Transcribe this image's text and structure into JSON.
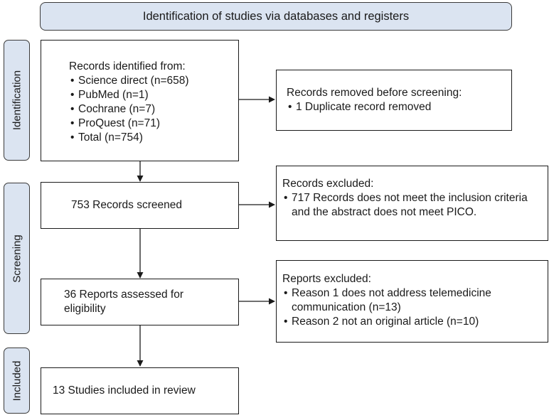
{
  "header": {
    "title": "Identification of studies via databases and registers"
  },
  "phases": {
    "identification": "Identification",
    "screening": "Screening",
    "included": "Included"
  },
  "identified": {
    "title": "Records identified from:",
    "items": [
      "Science direct (n=658)",
      "PubMed (n=1)",
      "Cochrane (n=7)",
      "ProQuest (n=71)",
      "Total (n=754)"
    ]
  },
  "removed": {
    "title": "Records removed before screening:",
    "items": [
      "1 Duplicate record removed"
    ]
  },
  "screened": {
    "text": "753 Records screened"
  },
  "records_excluded": {
    "title": "Records excluded:",
    "items": [
      "717 Records does not meet the inclusion criteria and the abstract does not meet PICO."
    ]
  },
  "assessed": {
    "text": "36 Reports assessed for eligibility"
  },
  "reports_excluded": {
    "title": "Reports excluded:",
    "items": [
      "Reason 1 does not address telemedicine communication (n=13)",
      "Reason 2 not an original article (n=10)"
    ]
  },
  "included": {
    "text": "13 Studies included in review"
  }
}
